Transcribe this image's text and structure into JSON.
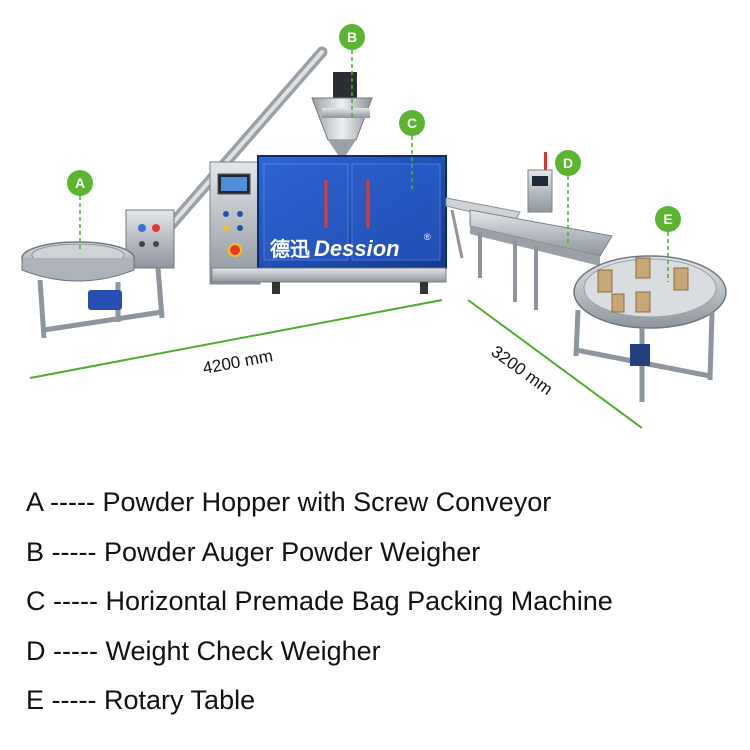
{
  "callouts": [
    {
      "letter": "A",
      "description": "Powder Hopper with Screw Conveyor"
    },
    {
      "letter": "B",
      "description": "Powder Auger Powder Weigher"
    },
    {
      "letter": "C",
      "description": "Horizontal Premade Bag Packing Machine"
    },
    {
      "letter": "D",
      "description": "Weight Check Weigher"
    },
    {
      "letter": "E",
      "description": "Rotary Table"
    }
  ],
  "separator": "-----",
  "dimensions": {
    "length": "4200 mm",
    "width": "3200 mm"
  },
  "brand": {
    "chinese": "德迅",
    "english": "Dession",
    "mark": "®"
  },
  "colors": {
    "badge": "#5cb531",
    "dimension_line": "#4caf2a",
    "steel": "#b9bec4",
    "panel_blue": "#1e4fb8"
  }
}
